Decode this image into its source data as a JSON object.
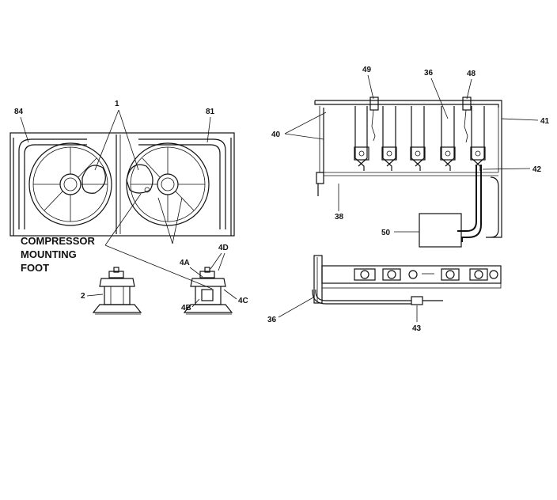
{
  "callouts": {
    "c1": "1",
    "c2": "2",
    "c4a": "4A",
    "c4b": "4B",
    "c4c": "4C",
    "c4d": "4D",
    "c36a": "36",
    "c36b": "36",
    "c38": "38",
    "c40": "40",
    "c41": "41",
    "c42": "42",
    "c43": "43",
    "c48": "48",
    "c49": "49",
    "c50": "50",
    "c81": "81",
    "c84": "84"
  },
  "caption": {
    "line1": "COMPRESSOR",
    "line2": "MOUNTING",
    "line3": "FOOT"
  }
}
